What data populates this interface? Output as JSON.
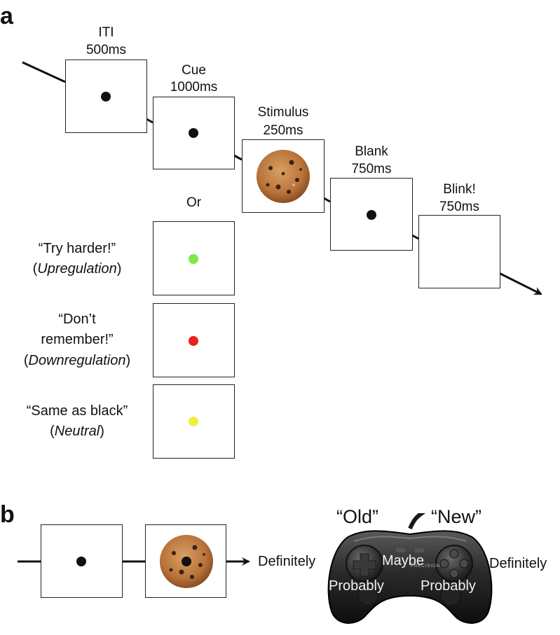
{
  "panel_a": {
    "letter": "a",
    "steps": [
      {
        "name": "ITI",
        "duration": "500ms",
        "dot_color": "#111111"
      },
      {
        "name": "Cue",
        "duration": "1000ms",
        "dot_color": "#111111"
      },
      {
        "name": "Stimulus",
        "duration": "250ms",
        "image": "cookie"
      },
      {
        "name": "Blank",
        "duration": "750ms",
        "dot_color": "#111111"
      },
      {
        "name": "Blink!",
        "duration": "750ms"
      }
    ],
    "or_label": "Or",
    "cues": [
      {
        "quote": "“Try harder!”",
        "condition": "Upregulation",
        "dot_color": "#7ee84a"
      },
      {
        "quote": "“Don’t",
        "quote2": "remember!”",
        "condition": "Downregulation",
        "dot_color": "#e8231a"
      },
      {
        "quote": "“Same as black”",
        "condition": "Neutral",
        "dot_color": "#eeee44"
      }
    ]
  },
  "panel_b": {
    "letter": "b",
    "old_label": "“Old”",
    "new_label": "“New”",
    "left_definitely": "Definitely",
    "right_definitely": "Definitely",
    "maybe": "Maybe",
    "probably_left": "Probably",
    "probably_right": "Probably",
    "controller_brand": "PRECISION"
  }
}
